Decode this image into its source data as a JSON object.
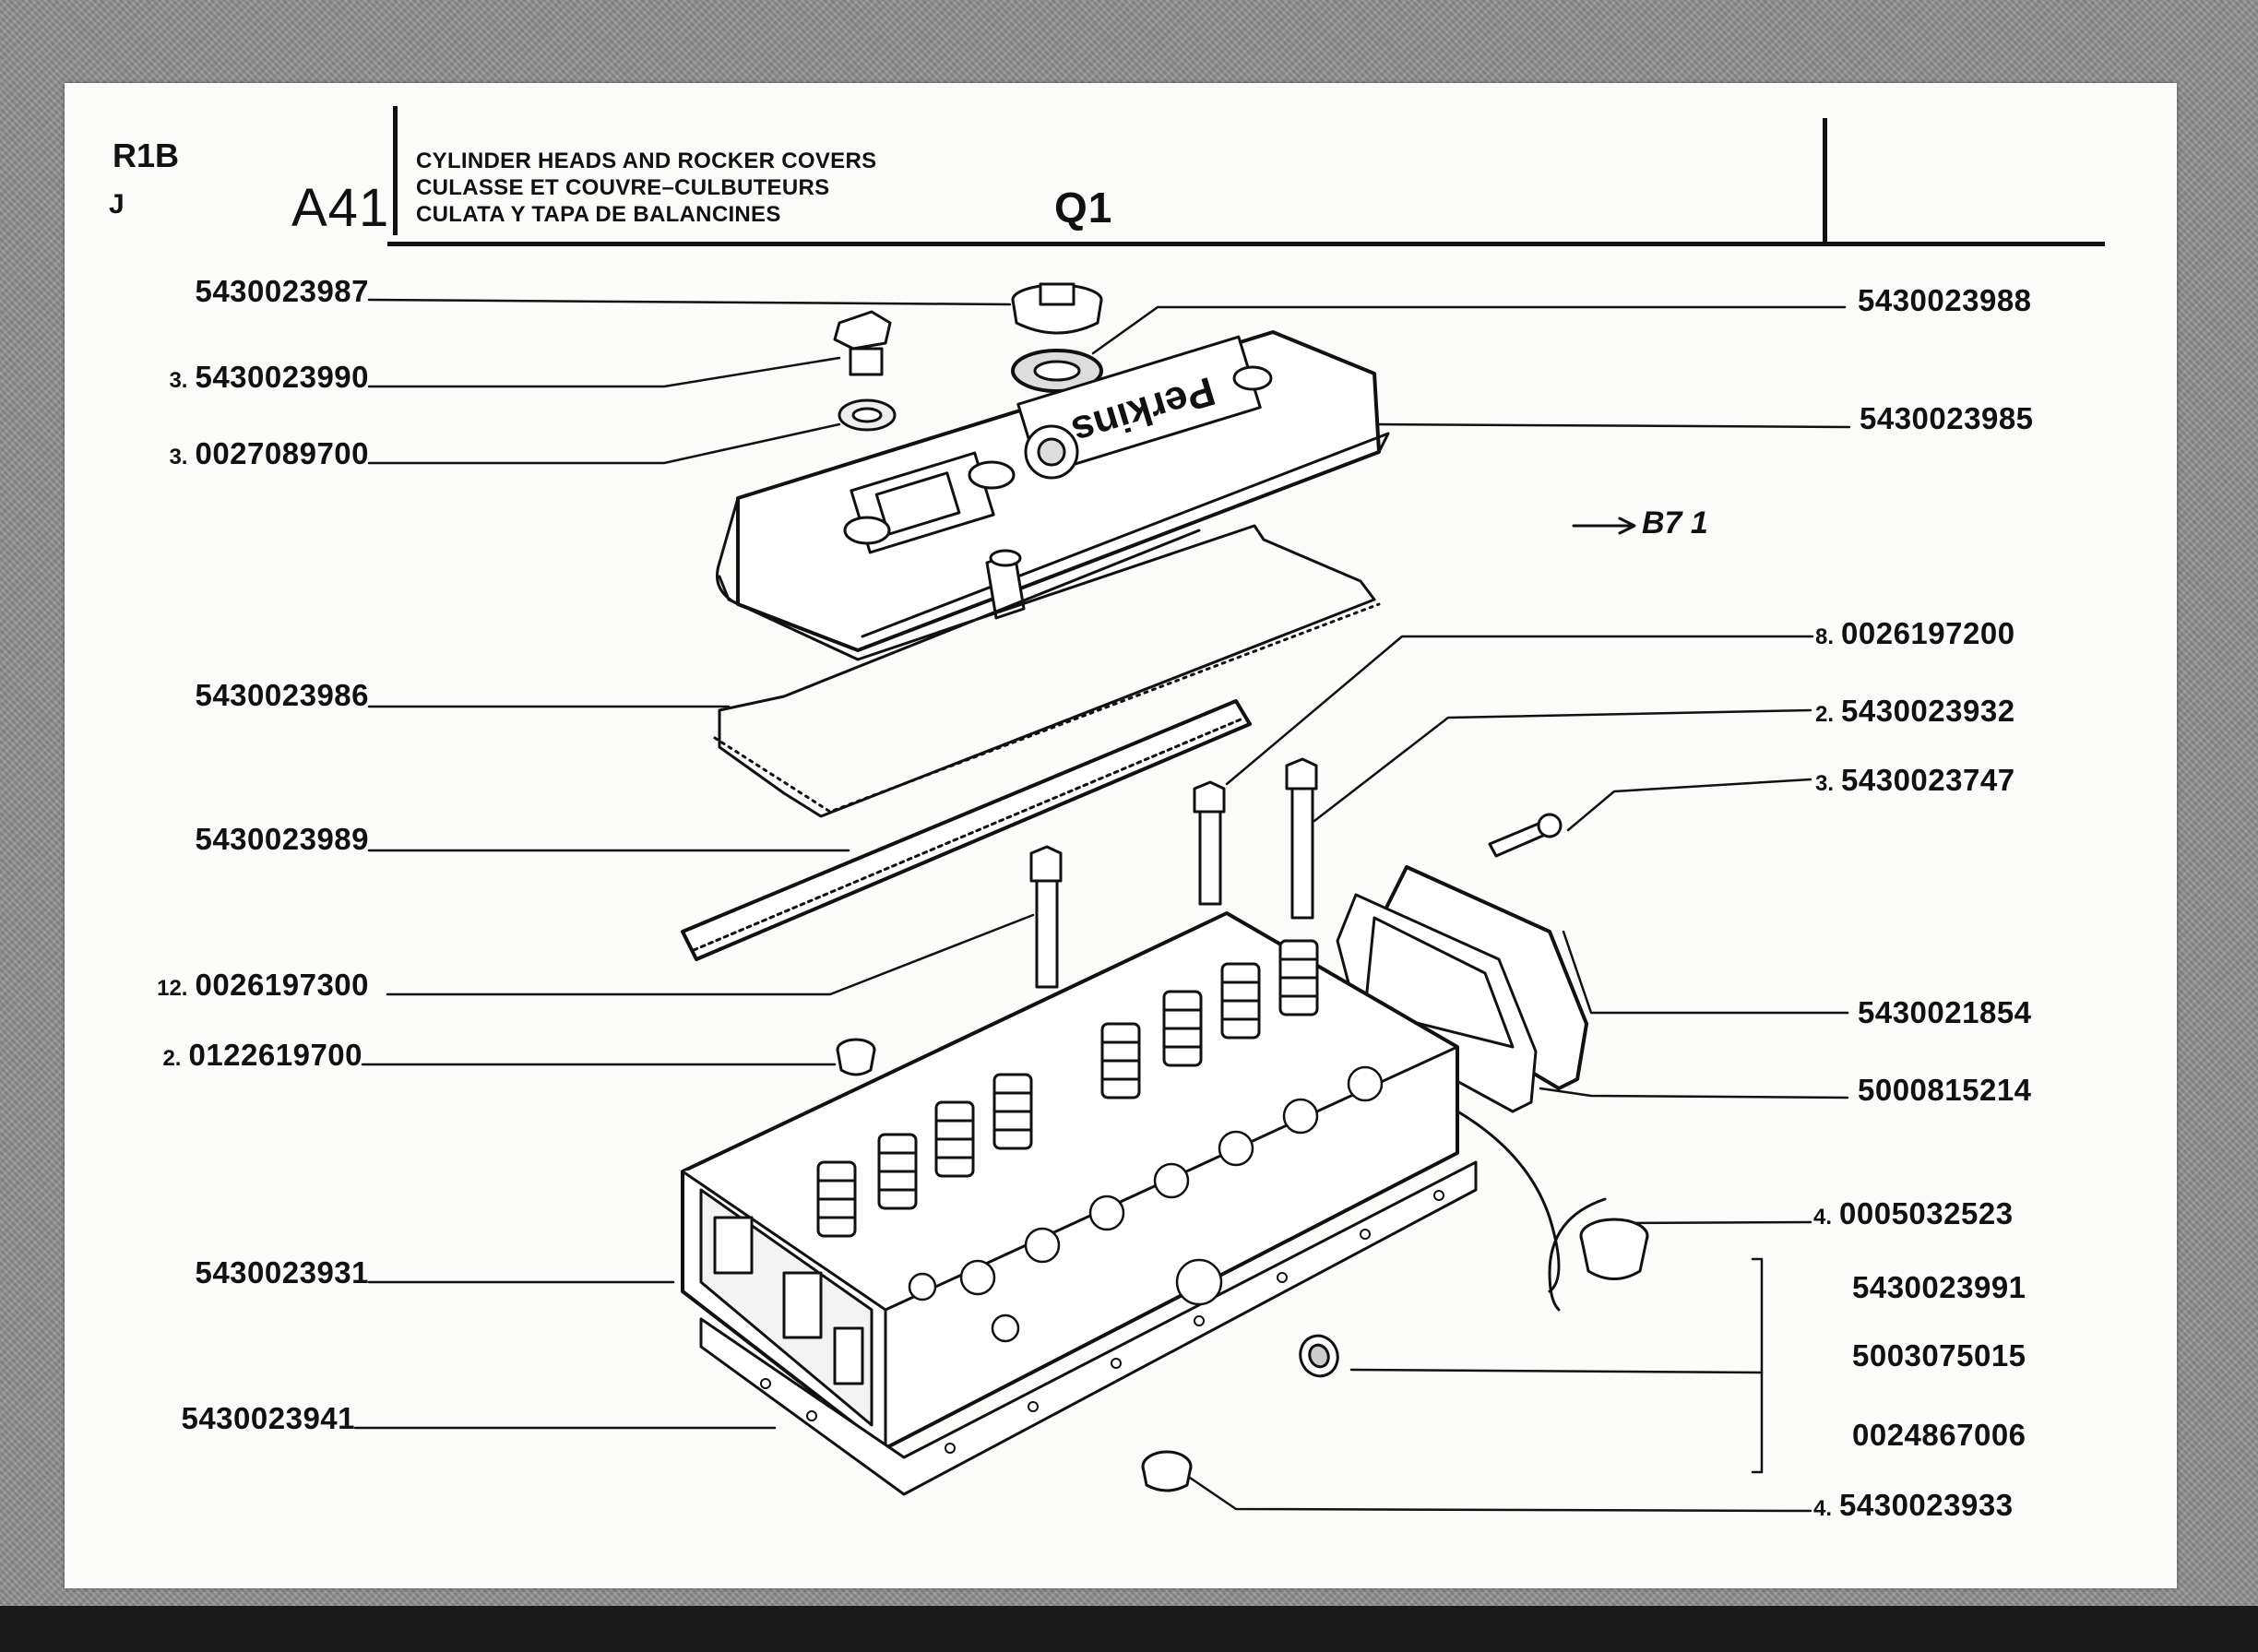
{
  "header": {
    "code_top": "R1B",
    "code_bottom": "J",
    "section": "A41",
    "title_en": "CYLINDER HEADS AND ROCKER COVERS",
    "title_fr": "CULASSE ET COUVRE–CULBUTEURS",
    "title_es": "CULATA Y TAPA DE BALANCINES",
    "group": "Q1"
  },
  "cover_brand": "Perkins",
  "cross_reference": "B7 1",
  "callouts_left": [
    {
      "qty": "",
      "part": "5430023987"
    },
    {
      "qty": "3.",
      "part": "5430023990"
    },
    {
      "qty": "3.",
      "part": "0027089700"
    },
    {
      "qty": "",
      "part": "5430023986"
    },
    {
      "qty": "",
      "part": "5430023989"
    },
    {
      "qty": "12.",
      "part": "0026197300"
    },
    {
      "qty": "2.",
      "part": "0122619700"
    },
    {
      "qty": "",
      "part": "5430023931"
    },
    {
      "qty": "",
      "part": "5430023941"
    }
  ],
  "callouts_right": [
    {
      "qty": "",
      "part": "5430023988"
    },
    {
      "qty": "",
      "part": "5430023985"
    },
    {
      "qty": "8.",
      "part": "0026197200"
    },
    {
      "qty": "2.",
      "part": "5430023932"
    },
    {
      "qty": "3.",
      "part": "5430023747"
    },
    {
      "qty": "",
      "part": "5430021854"
    },
    {
      "qty": "",
      "part": "5000815214"
    },
    {
      "qty": "4.",
      "part": "0005032523"
    },
    {
      "qty": "",
      "part": "5430023991"
    },
    {
      "qty": "",
      "part": "5003075015"
    },
    {
      "qty": "",
      "part": "0024867006"
    },
    {
      "qty": "4.",
      "part": "5430023933"
    }
  ]
}
